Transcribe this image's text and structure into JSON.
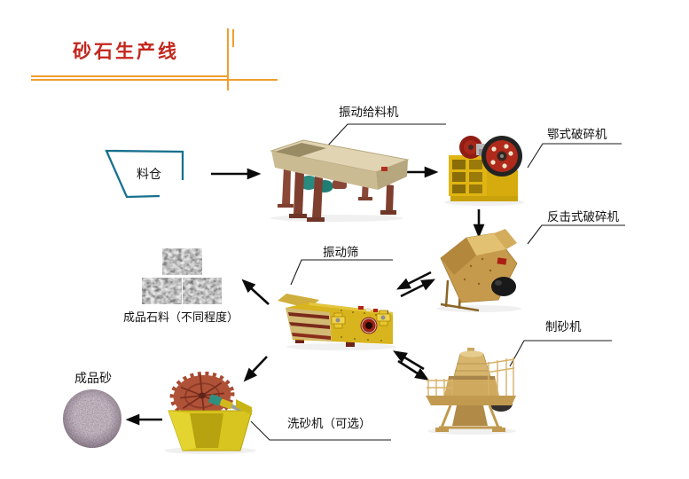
{
  "title": "砂石生产线",
  "nodes": {
    "silo": "料仓",
    "feeder": "振动给料机",
    "jaw_crusher": "鄂式破碎机",
    "impact_crusher": "反击式破碎机",
    "vibrating_screen": "振动筛",
    "sand_maker": "制砂机",
    "sand_washer": "洗砂机（可选）",
    "finished_stone": "成品石料（不同程度）",
    "finished_sand": "成品砂"
  },
  "flow": [
    "料仓 → 振动给料机",
    "振动给料机 → 鄂式破碎机",
    "鄂式破碎机 → 反击式破碎机",
    "反击式破碎机 ⇄ 振动筛",
    "振动筛 ⇄ 制砂机",
    "振动筛 → 成品石料（不同程度）",
    "振动筛 → 洗砂机（可选）",
    "洗砂机（可选） → 成品砂"
  ],
  "colors": {
    "title": "#c4261d",
    "header_rule": "#f09e2c",
    "silo_outline": "#16708e",
    "arrow": "#0b0b0b"
  }
}
